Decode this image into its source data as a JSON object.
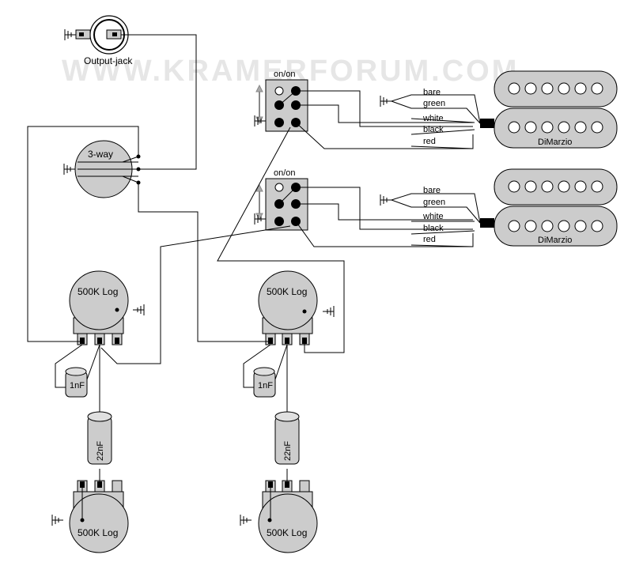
{
  "watermark": "WWW.KRAMERFORUM.COM",
  "output_jack": {
    "label": "Output-jack"
  },
  "selector_switch": {
    "label": "3-way"
  },
  "mini_switch_top": {
    "label": "on/on"
  },
  "mini_switch_bottom": {
    "label": "on/on"
  },
  "pickup_top": {
    "brand": "DiMarzio",
    "wires": [
      "bare",
      "green",
      "white",
      "black",
      "red"
    ]
  },
  "pickup_bottom": {
    "brand": "DiMarzio",
    "wires": [
      "bare",
      "green",
      "white",
      "black",
      "red"
    ]
  },
  "pot_volume_left": {
    "label": "500K Log"
  },
  "pot_volume_right": {
    "label": "500K Log"
  },
  "pot_tone_left": {
    "label": "500K Log"
  },
  "pot_tone_right": {
    "label": "500K Log"
  },
  "cap_small_left": {
    "label": "1nF"
  },
  "cap_small_right": {
    "label": "1nF"
  },
  "cap_tone_left": {
    "label": "22nF"
  },
  "cap_tone_right": {
    "label": "22nF"
  },
  "colors": {
    "component_fill": "#cccccc",
    "watermark": "#e6e6e6",
    "wire": "#000000"
  }
}
